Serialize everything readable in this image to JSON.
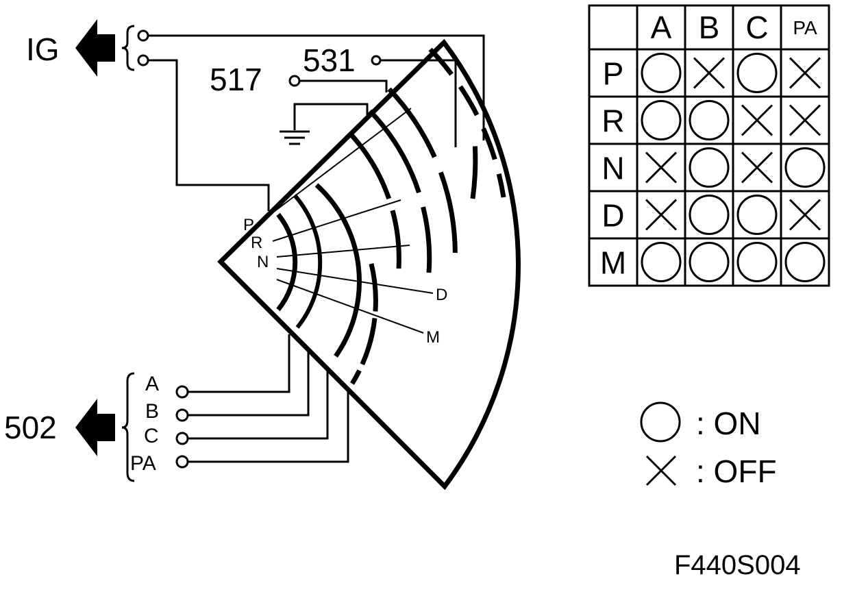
{
  "labels": {
    "ig": "IG",
    "bottom_group": "502",
    "terminal_517": "517",
    "terminal_531": "531",
    "figure_id": "F440S004"
  },
  "switch_outputs": [
    "A",
    "B",
    "C",
    "PA"
  ],
  "positions": [
    "P",
    "R",
    "N",
    "D",
    "M"
  ],
  "table": {
    "columns": [
      "A",
      "B",
      "C",
      "PA"
    ],
    "rows": [
      {
        "position": "P",
        "states": [
          "ON",
          "OFF",
          "ON",
          "OFF"
        ]
      },
      {
        "position": "R",
        "states": [
          "ON",
          "ON",
          "OFF",
          "OFF"
        ]
      },
      {
        "position": "N",
        "states": [
          "OFF",
          "ON",
          "OFF",
          "ON"
        ]
      },
      {
        "position": "D",
        "states": [
          "OFF",
          "ON",
          "ON",
          "OFF"
        ]
      },
      {
        "position": "M",
        "states": [
          "ON",
          "ON",
          "ON",
          "ON"
        ]
      }
    ]
  },
  "legend": {
    "on_label": ": ON",
    "off_label": ": OFF"
  }
}
